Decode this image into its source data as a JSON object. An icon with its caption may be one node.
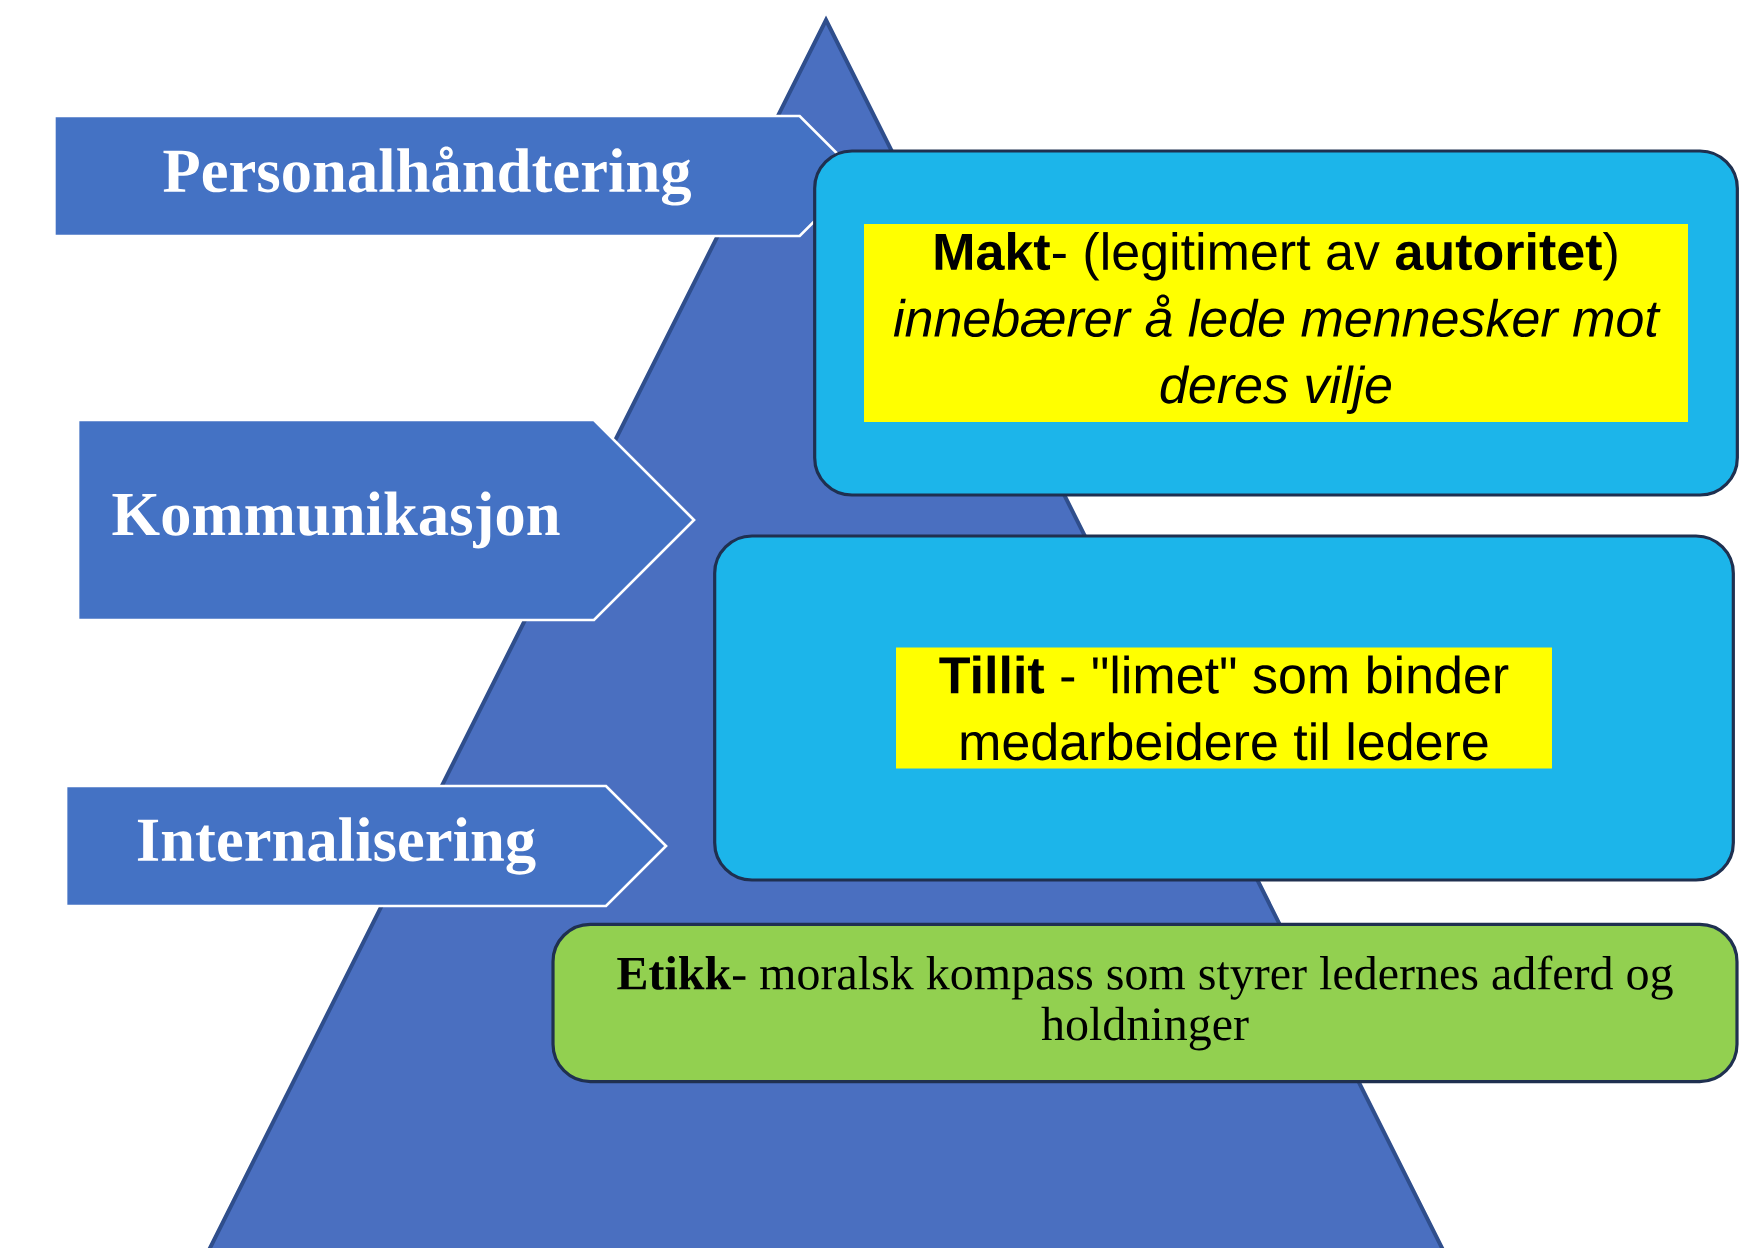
{
  "diagram": {
    "nodes": [
      {
        "text": [
          "Personalhåndtering"
        ]
      },
      {
        "text": [
          "**Makt**- (legitimert av **autoritet**) *innebærer å lede mennesker mot deres vilje*"
        ]
      },
      {
        "text": [
          "Kommunikasjon"
        ]
      },
      {
        "text": [
          "**Tillit** - \"limet\" som binder medarbeidere til ledere"
        ]
      },
      {
        "text": [
          "Internalisering"
        ]
      },
      {
        "text": [
          "**Etikk**- moralsk kompass som styrer ledernes adferd og holdninger"
        ]
      }
    ]
  }
}
